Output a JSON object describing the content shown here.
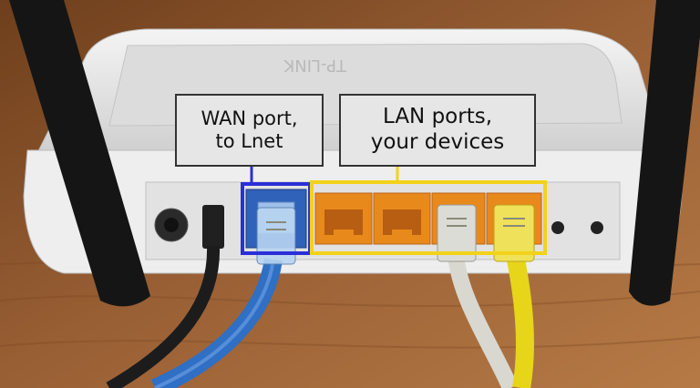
{
  "callouts": {
    "wan": {
      "line1": "WAN port,",
      "line2": "to Lnet",
      "box_color": "#2b2fd6"
    },
    "lan": {
      "line1": "LAN ports,",
      "line2": "your devices",
      "box_color": "#f2d21a"
    }
  },
  "colors": {
    "table": "#8a5530",
    "router_body": "#ececec",
    "lan_port": "#e8891c",
    "cable_blue": "#2f6fc4",
    "cable_yellow": "#e7d51a",
    "cable_grey": "#d8d8d0",
    "cable_black": "#1c1c1c",
    "antenna": "#151515"
  }
}
